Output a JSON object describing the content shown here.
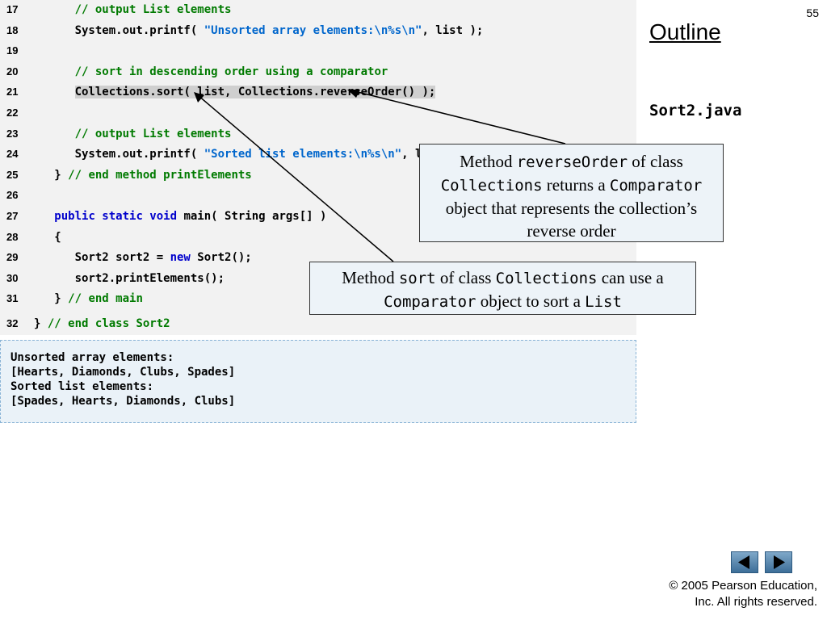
{
  "page_number": "55",
  "sidebar": {
    "outline_label": "Outline",
    "file_name": "Sort2.java"
  },
  "code_lines": [
    {
      "num": "17",
      "segments": [
        {
          "t": "      "
        },
        {
          "t": "// output List elements",
          "c": "comment"
        }
      ]
    },
    {
      "num": "18",
      "segments": [
        {
          "t": "      System.out.printf( "
        },
        {
          "t": "\"Unsorted array elements:\\n%s\\n\"",
          "c": "string"
        },
        {
          "t": ", list );"
        }
      ]
    },
    {
      "num": "19",
      "segments": [
        {
          "t": ""
        }
      ]
    },
    {
      "num": "20",
      "segments": [
        {
          "t": "      "
        },
        {
          "t": "// sort in descending order using a comparator",
          "c": "comment"
        }
      ]
    },
    {
      "num": "21",
      "segments": [
        {
          "t": "      "
        },
        {
          "t": "Collections.sort( list, Collections.reverseOrder() );",
          "c": "hl"
        }
      ]
    },
    {
      "num": "22",
      "segments": [
        {
          "t": ""
        }
      ]
    },
    {
      "num": "23",
      "segments": [
        {
          "t": "      "
        },
        {
          "t": "// output List elements",
          "c": "comment"
        }
      ]
    },
    {
      "num": "24",
      "segments": [
        {
          "t": "      System.out.printf( "
        },
        {
          "t": "\"Sorted list elements:\\n%s\\n\"",
          "c": "string"
        },
        {
          "t": ", list );"
        }
      ]
    },
    {
      "num": "25",
      "segments": [
        {
          "t": "   } "
        },
        {
          "t": "// end method printElements",
          "c": "comment"
        }
      ]
    },
    {
      "num": "26",
      "segments": [
        {
          "t": ""
        }
      ]
    },
    {
      "num": "27",
      "segments": [
        {
          "t": "   "
        },
        {
          "t": "public static void",
          "c": "keyword"
        },
        {
          "t": " main( String args[] )"
        }
      ]
    },
    {
      "num": "28",
      "segments": [
        {
          "t": "   {"
        }
      ]
    },
    {
      "num": "29",
      "segments": [
        {
          "t": "      Sort2 sort2 = "
        },
        {
          "t": "new",
          "c": "keyword"
        },
        {
          "t": " Sort2();"
        }
      ]
    },
    {
      "num": "30",
      "segments": [
        {
          "t": "      sort2.printElements();"
        }
      ]
    },
    {
      "num": "31",
      "segments": [
        {
          "t": "   } "
        },
        {
          "t": "// end main",
          "c": "comment"
        }
      ]
    },
    {
      "num": "32",
      "segments": [
        {
          "t": "} "
        },
        {
          "t": "// end class Sort2",
          "c": "comment"
        }
      ]
    }
  ],
  "output_lines": [
    "Unsorted array elements:",
    "[Hearts, Diamonds, Clubs, Spades]",
    "Sorted list elements:",
    "[Spades, Hearts, Diamonds, Clubs]"
  ],
  "callouts": [
    {
      "segments": [
        {
          "t": "Method "
        },
        {
          "t": "reverseOrder",
          "m": true
        },
        {
          "t": " of class "
        },
        {
          "t": "Collections",
          "m": true
        },
        {
          "t": " returns a "
        },
        {
          "t": "Comparator",
          "m": true
        },
        {
          "t": " object that represents the collection’s reverse order"
        }
      ]
    },
    {
      "segments": [
        {
          "t": "Method "
        },
        {
          "t": "sort",
          "m": true
        },
        {
          "t": " of class "
        },
        {
          "t": "Collections",
          "m": true
        },
        {
          "t": " can use a "
        },
        {
          "t": "Comparator",
          "m": true
        },
        {
          "t": " object to sort a "
        },
        {
          "t": "List",
          "m": true
        }
      ]
    }
  ],
  "nav": {
    "prev_icon": "triangle-left-icon",
    "next_icon": "triangle-right-icon",
    "color": "#3d6e98"
  },
  "copyright": {
    "line1": "© 2005 Pearson Education,",
    "line2": "Inc.  All rights reserved."
  }
}
